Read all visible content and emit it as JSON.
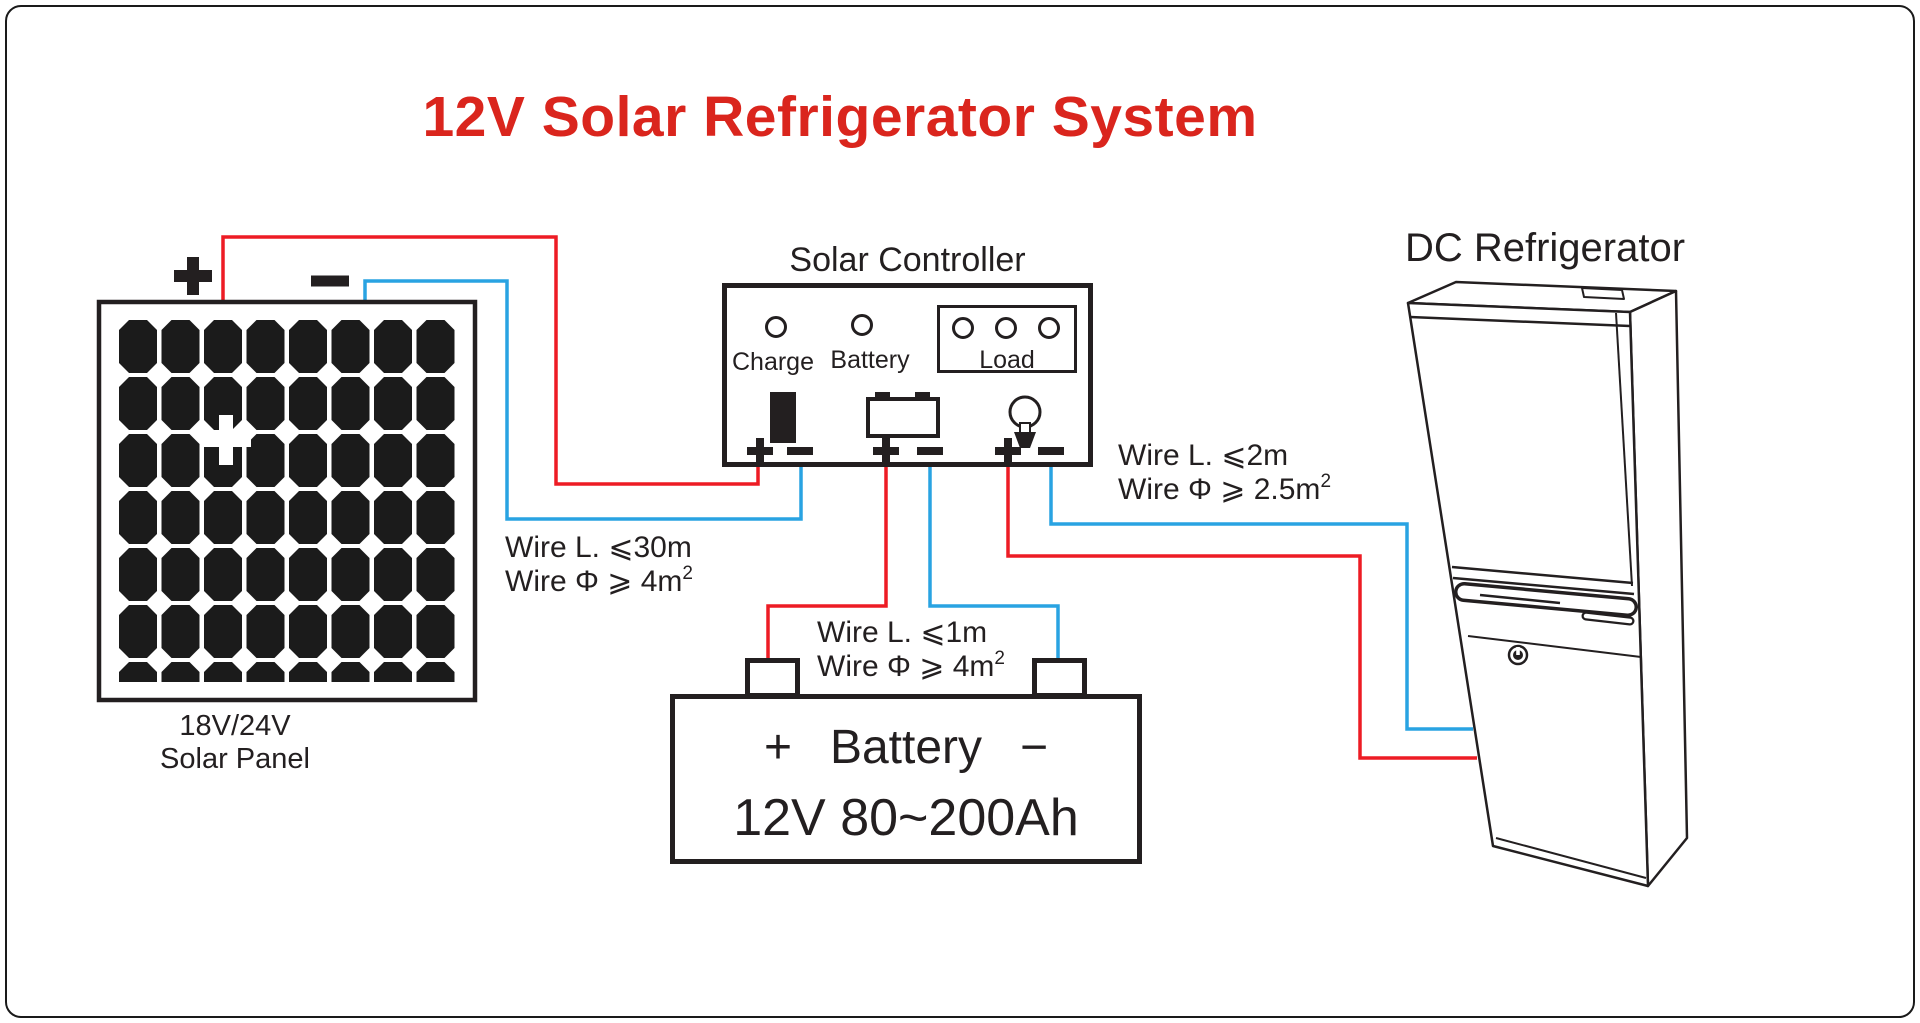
{
  "title": "12V Solar Refrigerator System",
  "colors": {
    "title_red": "#da251d",
    "wire_red": "#ed1c24",
    "wire_blue": "#29a3e2",
    "line_black": "#231f20"
  },
  "solar_panel": {
    "plus": "+",
    "minus": "−",
    "label_line1": "18V/24V",
    "label_line2": "Solar Panel"
  },
  "controller": {
    "title": "Solar Controller",
    "led_charge": "Charge",
    "led_battery": "Battery",
    "load_label": "Load",
    "terminals": {
      "plus": "+",
      "minus": "−"
    }
  },
  "battery": {
    "plus": "+",
    "label": "Battery",
    "minus": "−",
    "spec": "12V 80~200Ah"
  },
  "refrigerator": {
    "title": "DC Refrigerator"
  },
  "wire_specs": {
    "panel_to_controller": {
      "length": "Wire L. ⩽30m",
      "gauge": "Wire Φ ⩾ 4m",
      "gauge_sup": "2"
    },
    "controller_to_battery": {
      "length": "Wire L. ⩽1m",
      "gauge": "Wire Φ ⩾ 4m",
      "gauge_sup": "2"
    },
    "controller_to_fridge": {
      "length": "Wire L. ⩽2m",
      "gauge": "Wire Φ ⩾ 2.5m",
      "gauge_sup": "2"
    }
  },
  "icons": {
    "panel_cells": "solar-cell-grid-icon",
    "controller_solar_input": "solar-panel-icon",
    "controller_battery": "battery-icon",
    "controller_load": "light-bulb-icon",
    "leds": "led-indicator-icon",
    "fridge": "refrigerator-illustration"
  }
}
